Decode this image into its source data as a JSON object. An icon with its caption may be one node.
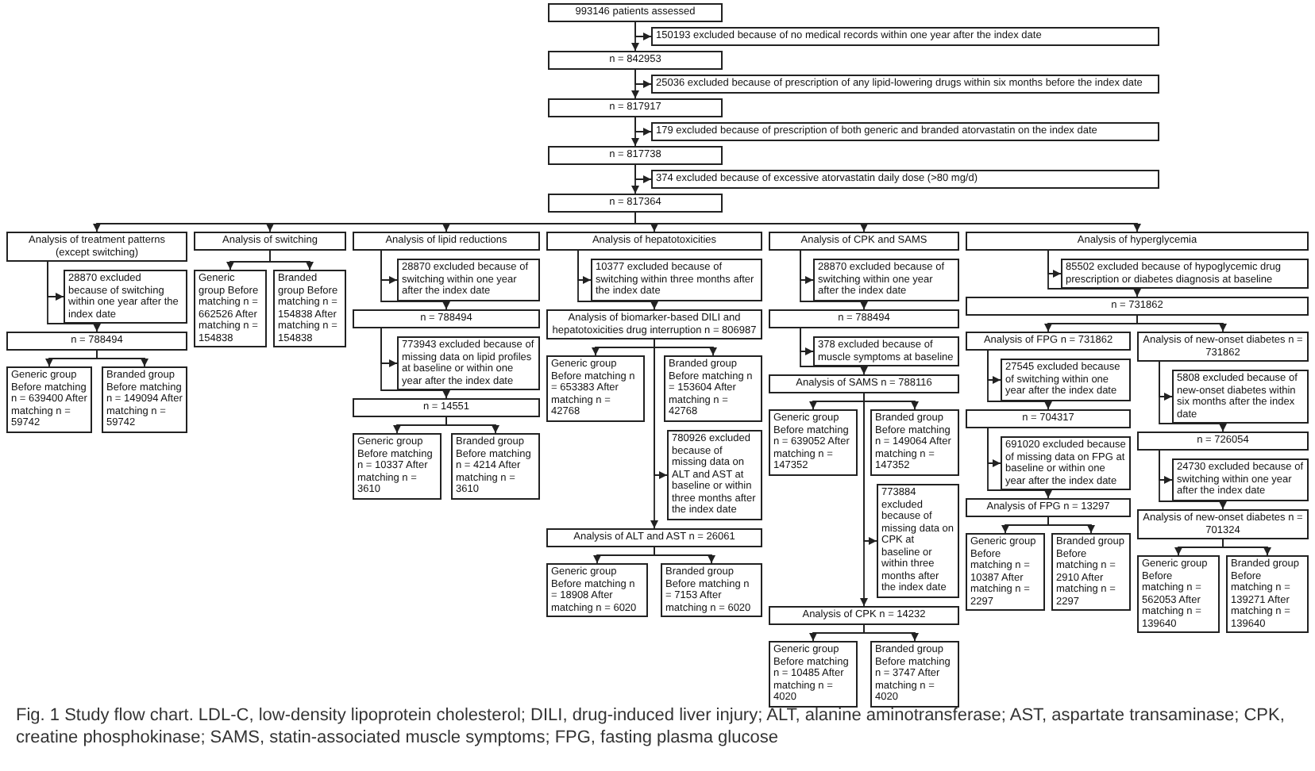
{
  "diagram": {
    "caption": "Fig. 1 Study flow chart. LDL-C, low-density lipoprotein cholesterol; DILI, drug-induced liver injury; ALT, alanine aminotransferase; AST, aspartate transaminase; CPK, creatine phosphokinase; SAMS, statin-associated muscle symptoms; FPG, fasting plasma glucose",
    "nodes": [
      {
        "text": [
          "993146 patients assessed"
        ]
      },
      {
        "text": [
          "150193 excluded because of no medical records within one year after the index date"
        ]
      },
      {
        "text": [
          "n = 842953"
        ]
      },
      {
        "text": [
          "25036 excluded because of prescription of any lipid-lowering drugs within six months before the index date"
        ]
      },
      {
        "text": [
          "n = 817917"
        ]
      },
      {
        "text": [
          "179 excluded because of prescription of both generic and branded atorvastatin on the index date"
        ]
      },
      {
        "text": [
          "n = 817738"
        ]
      },
      {
        "text": [
          "374 excluded because of excessive atorvastatin daily dose (>80 mg/d)"
        ]
      },
      {
        "text": [
          "n = 817364"
        ]
      },
      {
        "text": [
          "Analysis of treatment patterns (except switching)"
        ]
      },
      {
        "text": [
          "28870 excluded because of switching within one year after the index date"
        ]
      },
      {
        "text": [
          "n = 788494"
        ]
      },
      {
        "text": [
          "Generic group Before matching n = 639400 After matching n = 59742"
        ]
      },
      {
        "text": [
          "Branded group Before matching n = 149094 After matching n = 59742"
        ]
      },
      {
        "text": [
          "Analysis of switching"
        ]
      },
      {
        "text": [
          "Generic group Before matching n = 662526 After matching n = 154838"
        ]
      },
      {
        "text": [
          "Branded group Before matching n = 154838 After matching n = 154838"
        ]
      },
      {
        "text": [
          "Analysis of lipid reductions"
        ]
      },
      {
        "text": [
          "28870 excluded because of switching within one year after the index date"
        ]
      },
      {
        "text": [
          "n = 788494"
        ]
      },
      {
        "text": [
          "773943 excluded because of missing data on lipid profiles at baseline or within one year after the index date"
        ]
      },
      {
        "text": [
          "n = 14551"
        ]
      },
      {
        "text": [
          "Generic group Before matching n = 10337 After matching n = 3610"
        ]
      },
      {
        "text": [
          "Branded group Before matching n = 4214 After matching n = 3610"
        ]
      },
      {
        "text": [
          "Analysis of hepatotoxicities"
        ]
      },
      {
        "text": [
          "10377 excluded because of switching within three months after the index date"
        ]
      },
      {
        "text": [
          "Analysis of biomarker-based DILI and hepatotoxicities drug interruption n = 806987"
        ]
      },
      {
        "text": [
          "Generic group Before matching n = 653383 After matching n = 42768"
        ]
      },
      {
        "text": [
          "Branded group Before matching n = 153604 After matching n = 42768"
        ]
      },
      {
        "text": [
          "780926 excluded because of missing data on ALT and AST at baseline or within three months after the index date"
        ]
      },
      {
        "text": [
          "Analysis of ALT and AST n = 26061"
        ]
      },
      {
        "text": [
          "Generic group Before matching n = 18908 After matching n = 6020"
        ]
      },
      {
        "text": [
          "Branded group Before matching n = 7153 After matching n = 6020"
        ]
      },
      {
        "text": [
          "Analysis of CPK and SAMS"
        ]
      },
      {
        "text": [
          "28870 excluded because of switching within one year after the index date"
        ]
      },
      {
        "text": [
          "n = 788494"
        ]
      },
      {
        "text": [
          "378 excluded because of muscle symptoms at baseline"
        ]
      },
      {
        "text": [
          "Analysis of SAMS n = 788116"
        ]
      },
      {
        "text": [
          "Generic group Before matching n = 639052 After matching n = 147352"
        ]
      },
      {
        "text": [
          "Branded group Before matching n = 149064 After matching n = 147352"
        ]
      },
      {
        "text": [
          "773884 excluded because of missing data on CPK at baseline or within three months after the index date"
        ]
      },
      {
        "text": [
          "Analysis of CPK n = 14232"
        ]
      },
      {
        "text": [
          "Generic group Before matching n = 10485 After matching n = 4020"
        ]
      },
      {
        "text": [
          "Branded group Before matching n = 3747 After matching n = 4020"
        ]
      },
      {
        "text": [
          "Analysis of hyperglycemia"
        ]
      },
      {
        "text": [
          "85502 excluded because of hypoglycemic drug prescription or diabetes diagnosis at baseline"
        ]
      },
      {
        "text": [
          "n = 731862"
        ]
      },
      {
        "text": [
          "Analysis of FPG n = 731862"
        ]
      },
      {
        "text": [
          "Analysis of new-onset diabetes n = 731862"
        ]
      },
      {
        "text": [
          "27545 excluded because of switching within one year after the index date"
        ]
      },
      {
        "text": [
          "n = 704317"
        ]
      },
      {
        "text": [
          "5808 excluded because of new-onset diabetes within six months after the index date"
        ]
      },
      {
        "text": [
          "n = 726054"
        ]
      },
      {
        "text": [
          "691020 excluded because of missing data on FPG at baseline or within one year after the index date"
        ]
      },
      {
        "text": [
          "24730 excluded because of switching within one year after the index date"
        ]
      },
      {
        "text": [
          "Analysis of FPG n = 13297"
        ]
      },
      {
        "text": [
          "Analysis of new-onset diabetes n = 701324"
        ]
      },
      {
        "text": [
          "Generic group Before matching n = 10387 After matching n = 2297"
        ]
      },
      {
        "text": [
          "Branded group Before matching n = 2910 After matching n = 2297"
        ]
      },
      {
        "text": [
          "Generic group Before matching n = 562053 After matching n = 139640"
        ]
      },
      {
        "text": [
          "Branded group Before matching n = 139271 After matching n = 139640"
        ]
      }
    ],
    "edges": [
      {
        "from": 0,
        "to": 1,
        "arrow": "to"
      },
      {
        "from": 0,
        "to": 2,
        "arrow": "to"
      },
      {
        "from": 2,
        "to": 3,
        "arrow": "to"
      },
      {
        "from": 2,
        "to": 4,
        "arrow": "to"
      },
      {
        "from": 4,
        "to": 5,
        "arrow": "to"
      },
      {
        "from": 4,
        "to": 6,
        "arrow": "to"
      },
      {
        "from": 6,
        "to": 7,
        "arrow": "to"
      },
      {
        "from": 6,
        "to": 8,
        "arrow": "to"
      },
      {
        "from": 8,
        "to": 9,
        "arrow": "to"
      },
      {
        "from": 8,
        "to": 14,
        "arrow": "to"
      },
      {
        "from": 8,
        "to": 17,
        "arrow": "to"
      },
      {
        "from": 8,
        "to": 24,
        "arrow": "to"
      },
      {
        "from": 8,
        "to": 33,
        "arrow": "to"
      },
      {
        "from": 8,
        "to": 44,
        "arrow": "to"
      },
      {
        "from": 9,
        "to": 10,
        "arrow": "to"
      },
      {
        "from": 9,
        "to": 11,
        "arrow": "to"
      },
      {
        "from": 11,
        "to": 12,
        "arrow": "to"
      },
      {
        "from": 11,
        "to": 13,
        "arrow": "to"
      },
      {
        "from": 14,
        "to": 15,
        "arrow": "to"
      },
      {
        "from": 14,
        "to": 16,
        "arrow": "to"
      },
      {
        "from": 17,
        "to": 18,
        "arrow": "to"
      },
      {
        "from": 17,
        "to": 19,
        "arrow": "to"
      },
      {
        "from": 19,
        "to": 20,
        "arrow": "to"
      },
      {
        "from": 19,
        "to": 21,
        "arrow": "to"
      },
      {
        "from": 21,
        "to": 22,
        "arrow": "to"
      },
      {
        "from": 21,
        "to": 23,
        "arrow": "to"
      },
      {
        "from": 24,
        "to": 25,
        "arrow": "to"
      },
      {
        "from": 24,
        "to": 26,
        "arrow": "to"
      },
      {
        "from": 26,
        "to": 27,
        "arrow": "to"
      },
      {
        "from": 26,
        "to": 28,
        "arrow": "to"
      },
      {
        "from": 26,
        "to": 29,
        "arrow": "to"
      },
      {
        "from": 26,
        "to": 30,
        "arrow": "to"
      },
      {
        "from": 30,
        "to": 31,
        "arrow": "to"
      },
      {
        "from": 30,
        "to": 32,
        "arrow": "to"
      },
      {
        "from": 33,
        "to": 34,
        "arrow": "to"
      },
      {
        "from": 33,
        "to": 35,
        "arrow": "to"
      },
      {
        "from": 35,
        "to": 36,
        "arrow": "to"
      },
      {
        "from": 35,
        "to": 37,
        "arrow": "to"
      },
      {
        "from": 37,
        "to": 38,
        "arrow": "to"
      },
      {
        "from": 37,
        "to": 39,
        "arrow": "to"
      },
      {
        "from": 37,
        "to": 40,
        "arrow": "to"
      },
      {
        "from": 37,
        "to": 41,
        "arrow": "to"
      },
      {
        "from": 41,
        "to": 42,
        "arrow": "to"
      },
      {
        "from": 41,
        "to": 43,
        "arrow": "to"
      },
      {
        "from": 44,
        "to": 45,
        "arrow": "to"
      },
      {
        "from": 44,
        "to": 46,
        "arrow": "to"
      },
      {
        "from": 46,
        "to": 47,
        "arrow": "to"
      },
      {
        "from": 46,
        "to": 48,
        "arrow": "to"
      },
      {
        "from": 47,
        "to": 49,
        "arrow": "to"
      },
      {
        "from": 47,
        "to": 50,
        "arrow": "to"
      },
      {
        "from": 48,
        "to": 51,
        "arrow": "to"
      },
      {
        "from": 48,
        "to": 52,
        "arrow": "to"
      },
      {
        "from": 50,
        "to": 53,
        "arrow": "to"
      },
      {
        "from": 50,
        "to": 55,
        "arrow": "to"
      },
      {
        "from": 52,
        "to": 54,
        "arrow": "to"
      },
      {
        "from": 52,
        "to": 56,
        "arrow": "to"
      },
      {
        "from": 55,
        "to": 57,
        "arrow": "to"
      },
      {
        "from": 55,
        "to": 58,
        "arrow": "to"
      },
      {
        "from": 56,
        "to": 59,
        "arrow": "to"
      },
      {
        "from": 56,
        "to": 60,
        "arrow": "to"
      }
    ]
  }
}
